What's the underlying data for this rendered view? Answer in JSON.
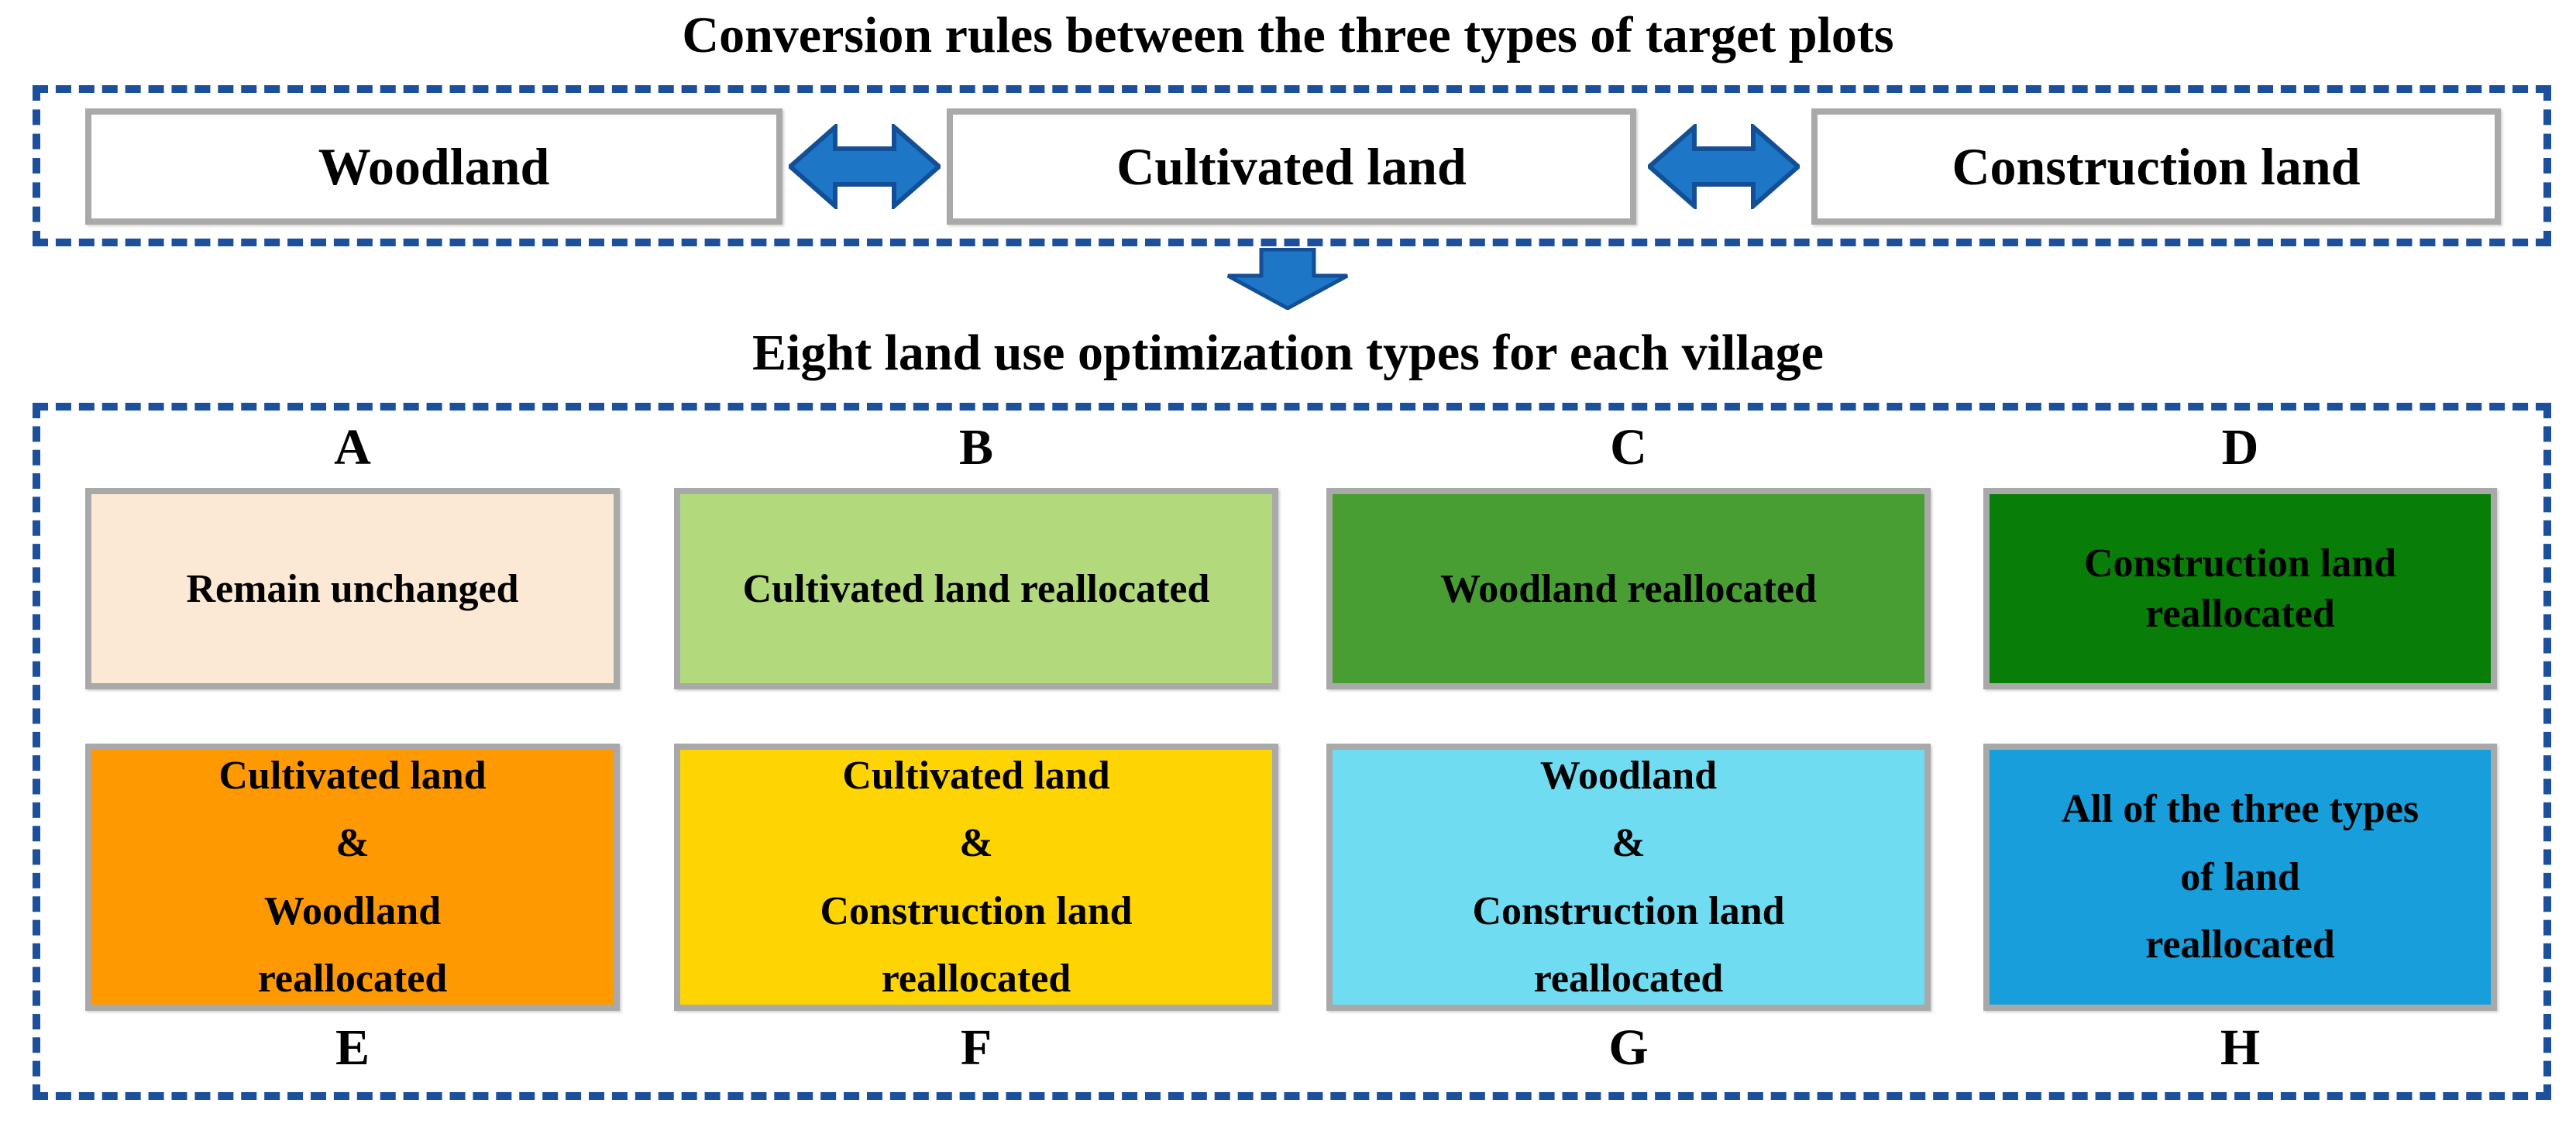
{
  "top_section": {
    "title": "Conversion rules between the three types of target plots",
    "plots": [
      {
        "name": "Woodland"
      },
      {
        "name": "Cultivated land"
      },
      {
        "name": "Construction land"
      }
    ]
  },
  "bottom_section": {
    "title": "Eight land use optimization types for each village",
    "types": [
      {
        "letter": "A",
        "description": "Remain unchanged",
        "color": "#FBE9D5",
        "letter_position": "above"
      },
      {
        "letter": "B",
        "description": "Cultivated land reallocated",
        "color": "#B2DA7D",
        "letter_position": "above"
      },
      {
        "letter": "C",
        "description": "Woodland reallocated",
        "color": "#489E33",
        "letter_position": "above"
      },
      {
        "letter": "D",
        "description": "Construction land\nreallocated",
        "color": "#087D08",
        "letter_position": "above"
      },
      {
        "letter": "E",
        "description": "Cultivated land\n&\nWoodland\nreallocated",
        "color": "#FF9902",
        "letter_position": "below"
      },
      {
        "letter": "F",
        "description": "Cultivated land\n&\nConstruction land\nreallocated",
        "color": "#FFD403",
        "letter_position": "below"
      },
      {
        "letter": "G",
        "description": "Woodland\n&\nConstruction land\nreallocated",
        "color": "#70DCF2",
        "letter_position": "below"
      },
      {
        "letter": "H",
        "description": "All of the three types\nof land\nreallocated",
        "color": "#189FDB",
        "letter_position": "below"
      }
    ]
  },
  "style": {
    "dashed_border_color": "#1C4F9C",
    "arrow_fill": "#1E76C6",
    "arrow_stroke": "#134F96",
    "box_border_color": "#A9A9A9",
    "text_color": "#000000"
  }
}
